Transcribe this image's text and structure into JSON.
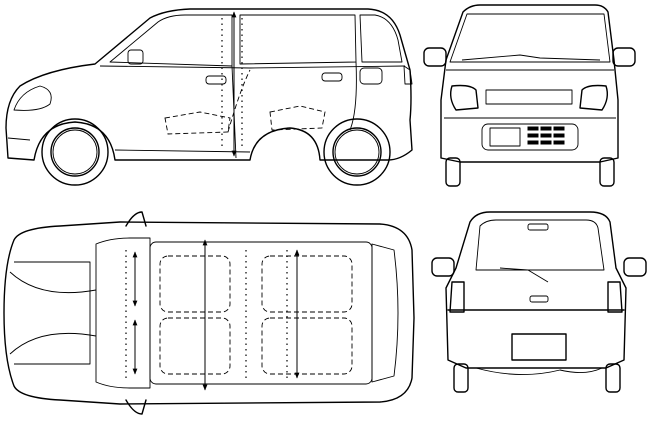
{
  "blueprint": {
    "views": [
      "side",
      "front",
      "top",
      "rear"
    ],
    "line_color": "#000000",
    "background_color": "#ffffff"
  }
}
